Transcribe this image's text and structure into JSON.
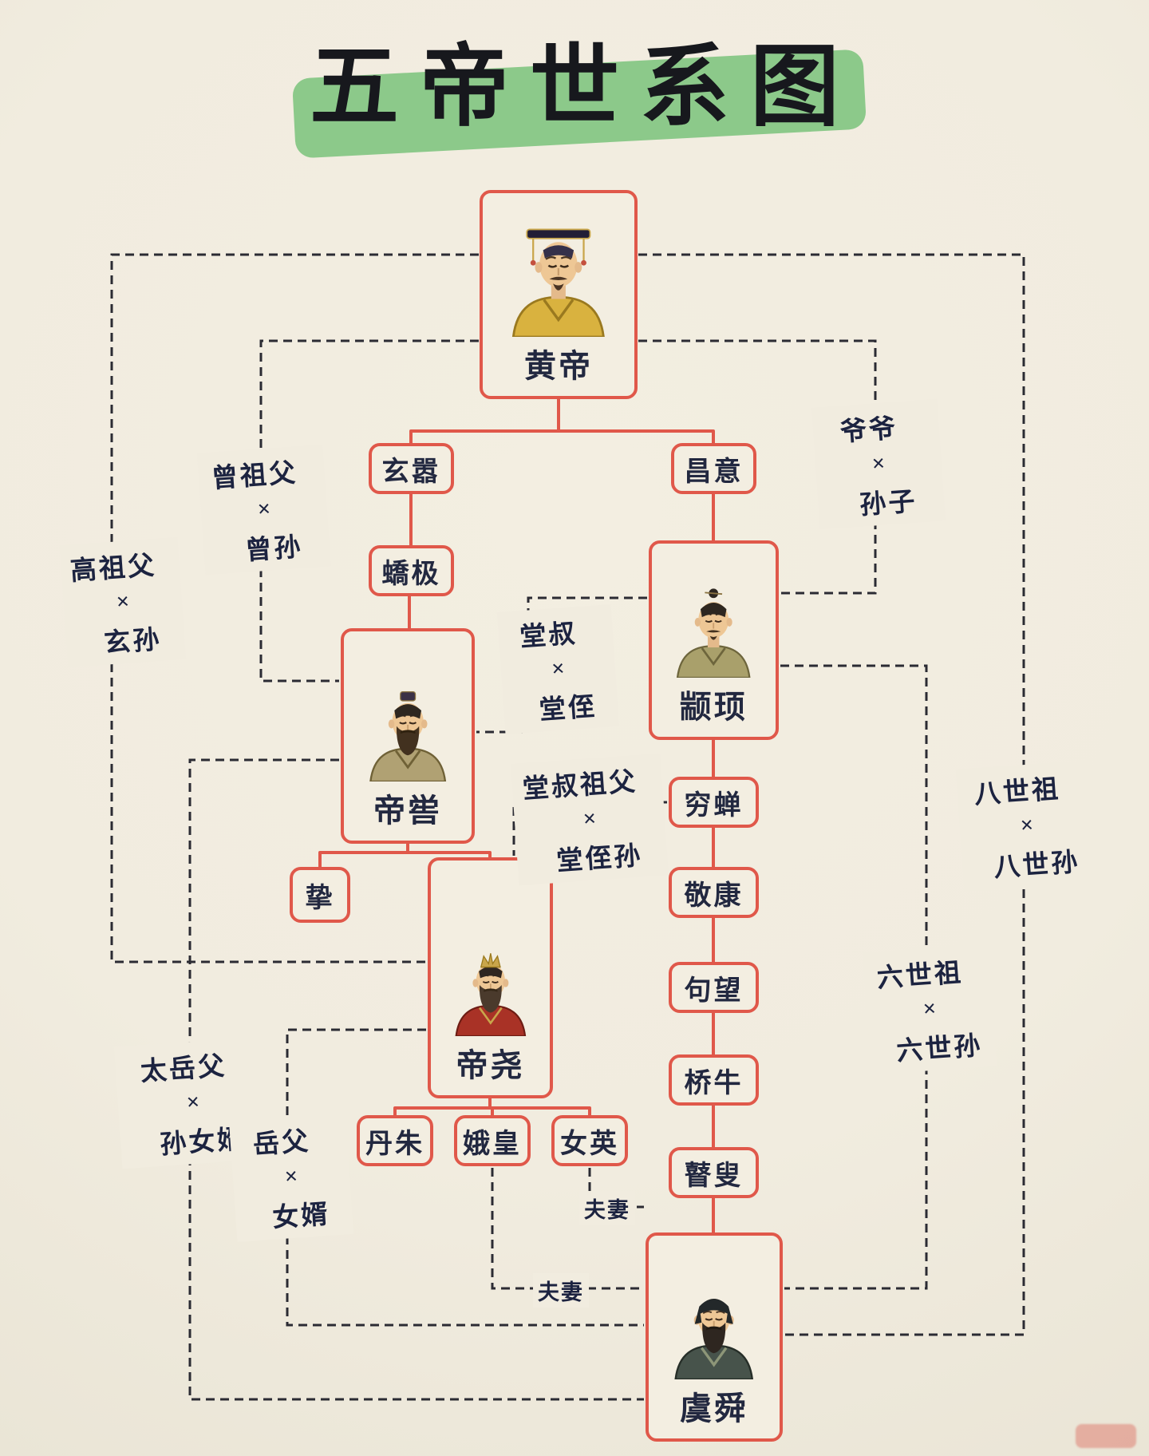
{
  "title": "五帝世系图",
  "palette": {
    "background": "#f1ecdf",
    "box_border": "#e0584a",
    "lineage_line_color": "#e0584a",
    "relation_line_color": "#2b2b33",
    "text_color": "#222840",
    "title_highlight": "#8cc98a"
  },
  "nodes": {
    "huangdi": {
      "label": "黄帝"
    },
    "xuanxiao": {
      "label": "玄嚣"
    },
    "changyi": {
      "label": "昌意"
    },
    "jiaoji": {
      "label": "蟜极"
    },
    "zhuanxu": {
      "label": "颛顼"
    },
    "diku": {
      "label": "帝喾"
    },
    "qiongchan": {
      "label": "穷蝉"
    },
    "zhi": {
      "label": "挚"
    },
    "jingkang": {
      "label": "敬康"
    },
    "diyao": {
      "label": "帝尧"
    },
    "juwang": {
      "label": "句望"
    },
    "qiaoniu": {
      "label": "桥牛"
    },
    "gusou": {
      "label": "瞽叟"
    },
    "danzhu": {
      "label": "丹朱"
    },
    "ehuang": {
      "label": "娥皇"
    },
    "nuying": {
      "label": "女英"
    },
    "yushun": {
      "label": "虞舜"
    }
  },
  "relations": {
    "gaozufu": {
      "top": "高祖父",
      "mid": "×",
      "bottom": "玄孙"
    },
    "zengzufu": {
      "top": "曾祖父",
      "mid": "×",
      "bottom": "曾孙"
    },
    "yeye": {
      "top": "爷爷",
      "mid": "×",
      "bottom": "孙子"
    },
    "tangshu": {
      "top": "堂叔",
      "mid": "×",
      "bottom": "堂侄"
    },
    "tangshuzufu": {
      "top": "堂叔祖父",
      "mid": "×",
      "bottom": "堂侄孙"
    },
    "bashizu": {
      "top": "八世祖",
      "mid": "×",
      "bottom": "八世孙"
    },
    "liushizu": {
      "top": "六世祖",
      "mid": "×",
      "bottom": "六世孙"
    },
    "taiyuefu": {
      "top": "太岳父",
      "mid": "×",
      "bottom": "孙女婿"
    },
    "yuefu": {
      "top": "岳父",
      "mid": "×",
      "bottom": "女婿"
    },
    "fuqi_1": {
      "label": "夫妻"
    },
    "fuqi_2": {
      "label": "夫妻"
    }
  }
}
